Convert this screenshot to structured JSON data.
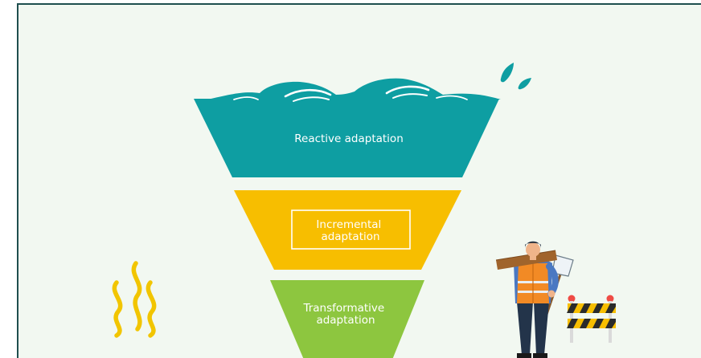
{
  "funnel": {
    "tiers": [
      {
        "label_lines": [
          "Reactive adaptation"
        ],
        "color": "#0e9ea2"
      },
      {
        "label_lines": [
          "Incremental",
          "adaptation"
        ],
        "color": "#f7be00"
      },
      {
        "label_lines": [
          "Transformative",
          "adaptation"
        ],
        "color": "#8dc63f"
      }
    ],
    "water_color": "#0e9ea2",
    "heat_wave_color": "#f2c500"
  }
}
